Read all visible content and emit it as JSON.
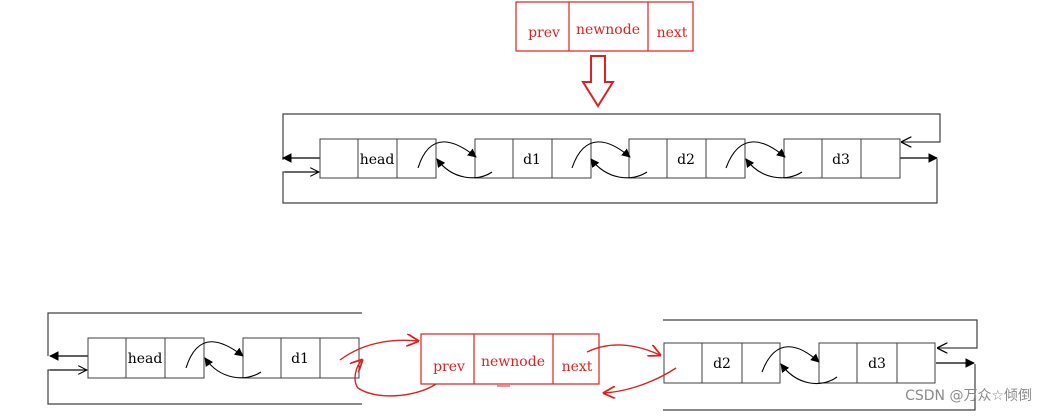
{
  "labels": {
    "prev": "prev",
    "newnode": "newnode",
    "next": "next",
    "head": "head",
    "d1": "d1",
    "d2": "d2",
    "d3": "d3"
  },
  "watermark": "CSDN @万众☆倾倒",
  "colors": {
    "red": "#e02020",
    "black": "#000000",
    "gray_frame": "#404040"
  }
}
